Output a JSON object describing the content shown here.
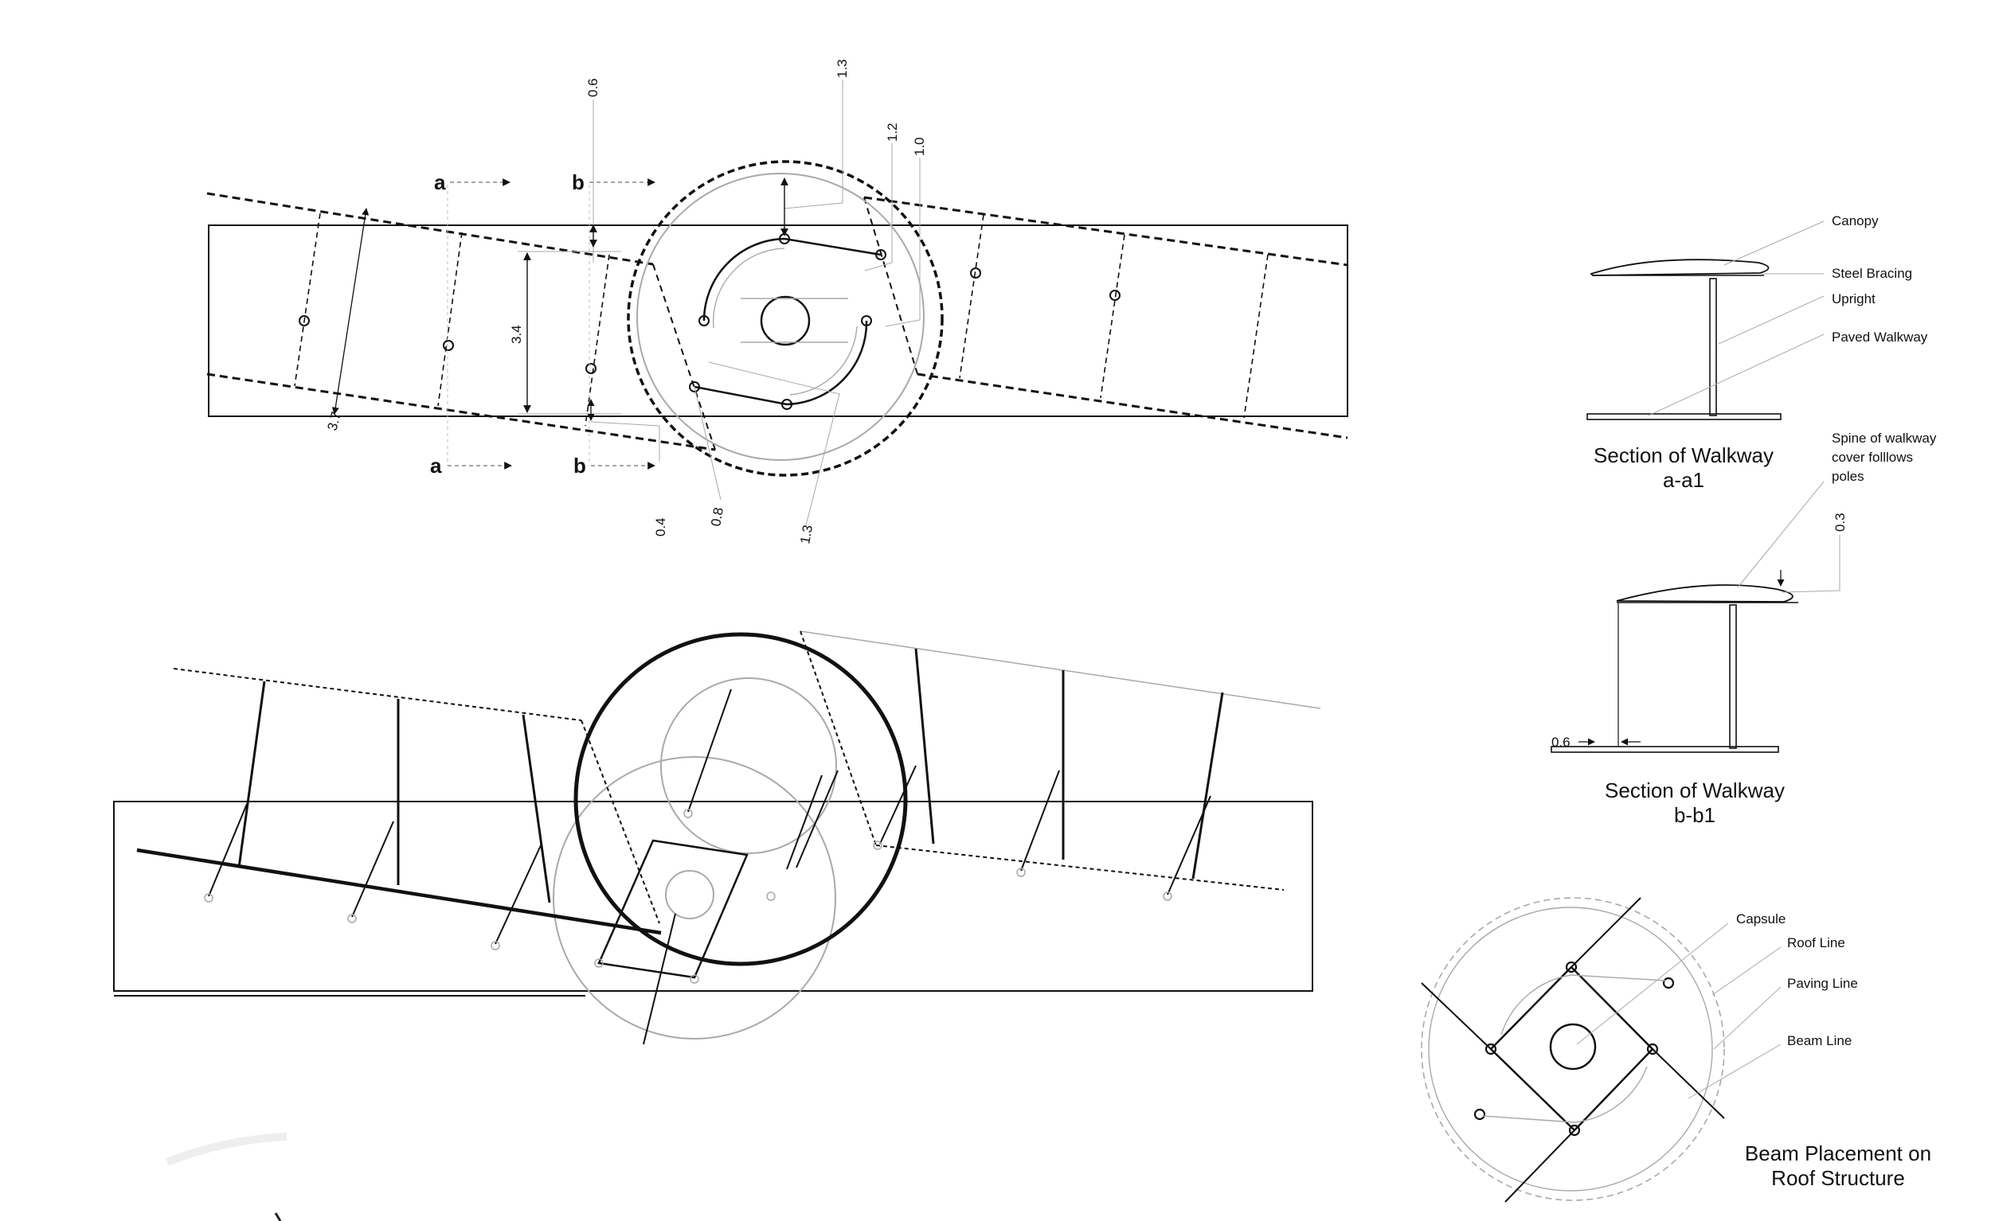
{
  "plan": {
    "section_markers": {
      "a_top": "a",
      "b_top": "b",
      "a_bottom": "a",
      "b_bottom": "b"
    },
    "dimensions": {
      "d_0_6": "0.6",
      "d_1_3_top": "1.3",
      "d_1_2": "1.2",
      "d_1_0": "1.0",
      "d_3_4": "3.4",
      "d_3_7": "3.7",
      "d_0_4": "0.4",
      "d_0_8": "0.8",
      "d_1_3_bottom": "1.3"
    }
  },
  "section_a": {
    "callouts": {
      "canopy": "Canopy",
      "steel_bracing": "Steel Bracing",
      "upright": "Upright",
      "paved_walkway": "Paved Walkway"
    },
    "title_line1": "Section of Walkway",
    "title_line2": "a-a1"
  },
  "section_b": {
    "callouts": {
      "spine_line1": "Spine of walkway",
      "spine_line2": "cover folllows",
      "spine_line3": "poles"
    },
    "dimensions": {
      "d_0_3": "0.3",
      "d_0_6": "0.6"
    },
    "title_line1": "Section of Walkway",
    "title_line2": "b-b1"
  },
  "beam_plan": {
    "callouts": {
      "capsule": "Capsule",
      "roof_line": "Roof Line",
      "paving_line": "Paving Line",
      "beam_line": "Beam Line"
    },
    "title_line1": "Beam Placement on",
    "title_line2": "Roof Structure"
  },
  "colors": {
    "ink": "#111111",
    "light_line": "#a9a9a9",
    "paper": "#ffffff"
  }
}
